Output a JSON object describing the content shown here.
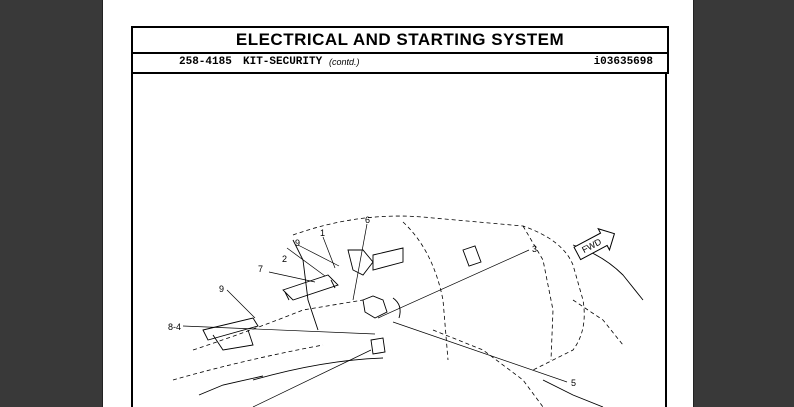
{
  "header": {
    "title": "ELECTRICAL AND STARTING SYSTEM",
    "part_number": "258-4185",
    "part_name": "KIT-SECURITY",
    "contd": "(contd.)",
    "doc_id": "i03635698"
  },
  "drawing": {
    "fwd_label": "FWD",
    "callouts": {
      "c1": "1",
      "c2": "2",
      "c3": "3",
      "c5": "5",
      "c6": "6",
      "c7": "7",
      "c9a": "9",
      "c9b": "9",
      "c84": "8-4"
    }
  },
  "colors": {
    "viewer_background": "#393939",
    "page": "#ffffff",
    "ink": "#000000"
  }
}
